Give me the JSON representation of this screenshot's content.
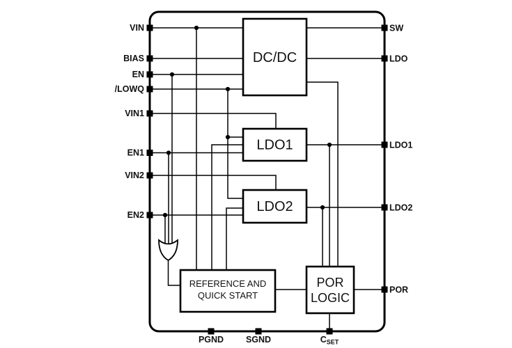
{
  "pins": {
    "left": [
      {
        "label": "VIN"
      },
      {
        "label": "BIAS"
      },
      {
        "label": "EN"
      },
      {
        "label": "/LOWQ"
      },
      {
        "label": "VIN1"
      },
      {
        "label": "EN1"
      },
      {
        "label": "VIN2"
      },
      {
        "label": "EN2"
      }
    ],
    "right": [
      {
        "label": "SW"
      },
      {
        "label": "LDO"
      },
      {
        "label": "LDO1"
      },
      {
        "label": "LDO2"
      },
      {
        "label": "POR"
      }
    ],
    "bottom": [
      {
        "label": "PGND"
      },
      {
        "label": "SGND"
      },
      {
        "label_main": "C",
        "label_sub": "SET"
      }
    ]
  },
  "blocks": {
    "dcdc": {
      "label": "DC/DC"
    },
    "ldo1": {
      "label": "LDO1"
    },
    "ldo2": {
      "label": "LDO2"
    },
    "reference": {
      "line1": "REFERENCE AND",
      "line2": "QUICK START"
    },
    "por": {
      "line1": "POR",
      "line2": "LOGIC"
    }
  },
  "colors": {
    "line": "#000000",
    "background": "#ffffff"
  }
}
